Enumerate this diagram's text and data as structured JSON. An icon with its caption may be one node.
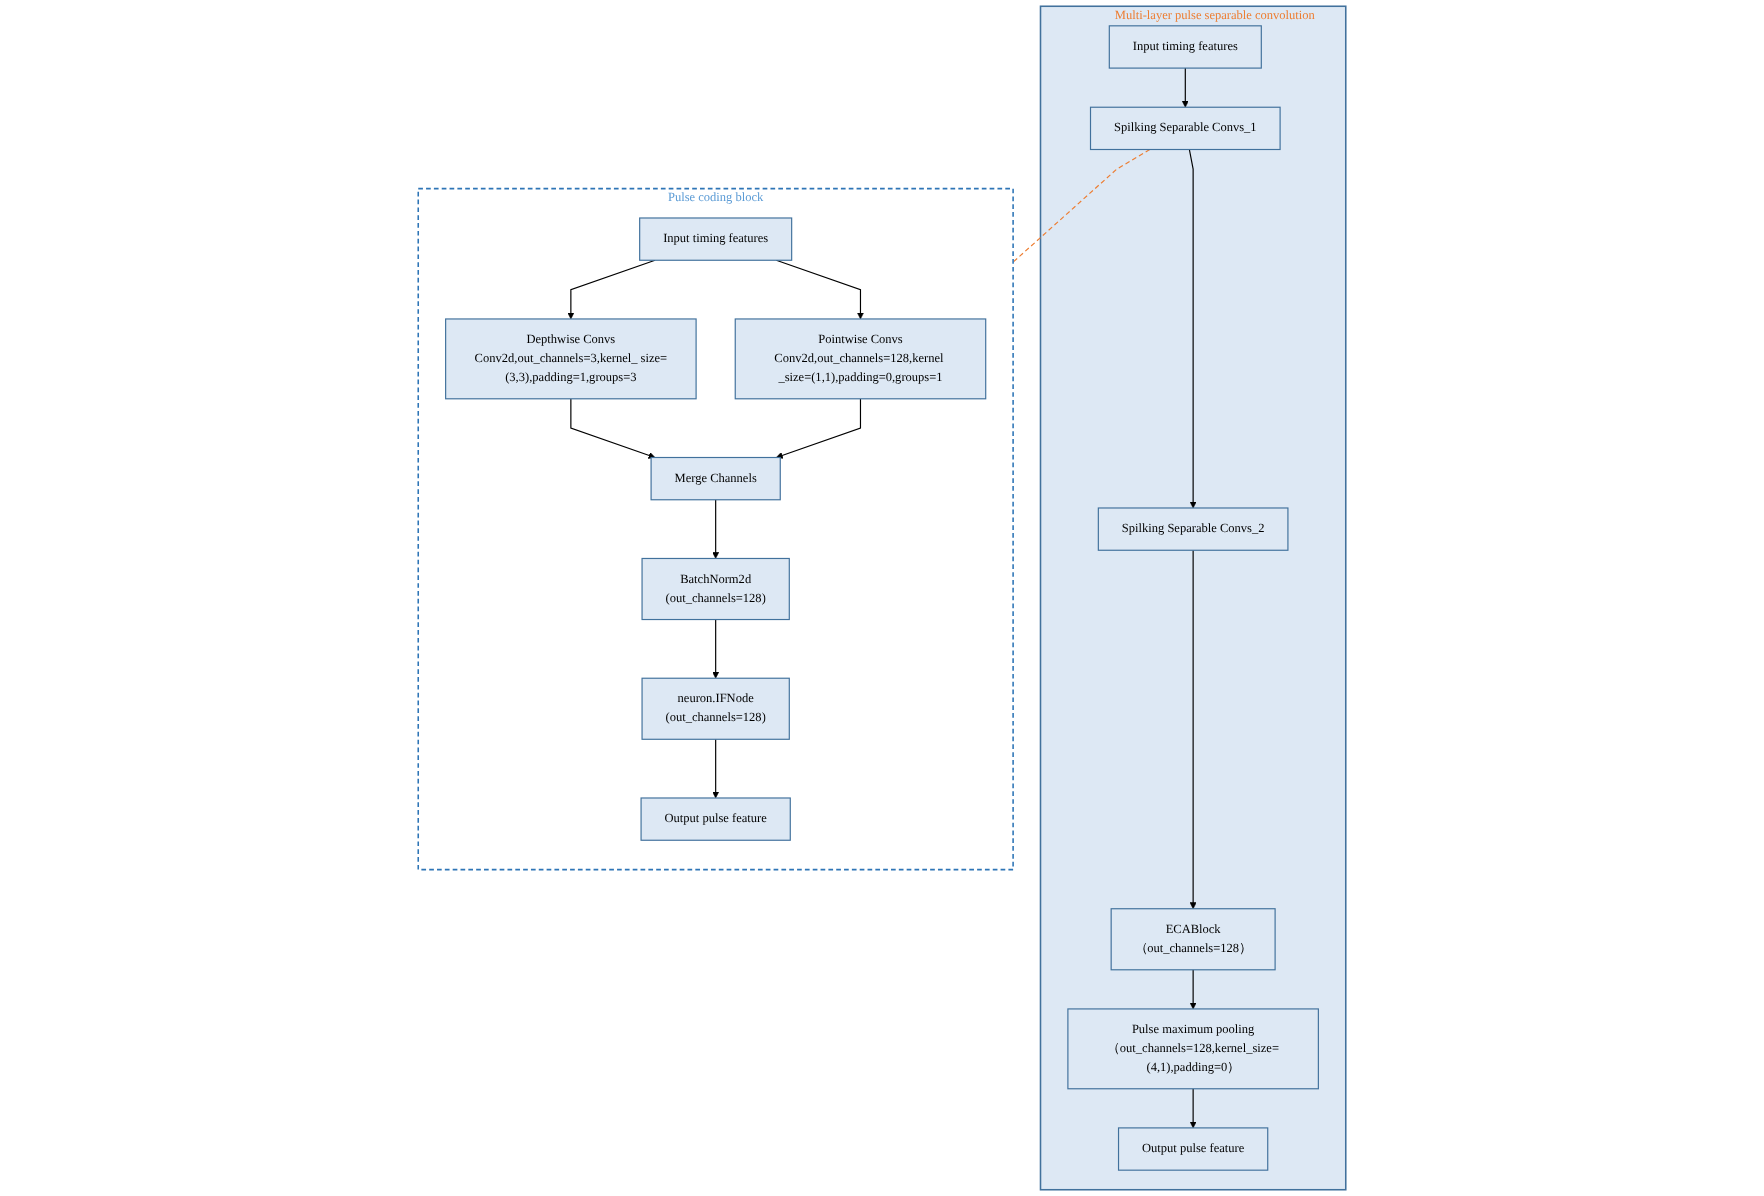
{
  "diagram": {
    "nodes": [
      {
        "text": [
          "Multi-layer pulse separable convolution"
        ]
      },
      {
        "text": [
          "Input timing features"
        ],
        "in": 0
      },
      {
        "text": [
          "Spilking Separable Convs_1"
        ],
        "in": 0
      },
      {
        "text": [
          "Spilking Separable Convs_2"
        ],
        "in": 0
      },
      {
        "text": [
          "ECABlock",
          "（out_channels=128）"
        ],
        "in": 0
      },
      {
        "text": [
          "Pulse maximum pooling",
          "（out_channels=128,kernel_size=(4,1),padding=0）"
        ],
        "in": 0
      },
      {
        "text": [
          "Output pulse feature"
        ],
        "in": 0
      },
      {
        "text": [
          "Pulse coding block"
        ]
      },
      {
        "text": [
          "Input timing features"
        ],
        "in": 7
      },
      {
        "text": [
          "Depthwise Convs",
          "Conv2d,out_channels=3,kernel_ size=(3,3),padding=1,groups=3"
        ],
        "in": 7
      },
      {
        "text": [
          "Pointwise Convs",
          "Conv2d,out_channels=128,kernel _size=(1,1),padding=0,groups=1"
        ],
        "in": 7
      },
      {
        "text": [
          "Merge Channels"
        ],
        "in": 7
      },
      {
        "text": [
          "BatchNorm2d",
          "(out_channels=128)"
        ],
        "in": 7
      },
      {
        "text": [
          "neuron.IFNode",
          "(out_channels=128)"
        ],
        "in": 7
      },
      {
        "text": [
          "Output pulse feature"
        ],
        "in": 7
      }
    ],
    "edges": [
      {
        "from": 1,
        "to": 2,
        "arrow": "to"
      },
      {
        "from": 2,
        "to": 3,
        "arrow": "to"
      },
      {
        "from": 3,
        "to": 4,
        "arrow": "to"
      },
      {
        "from": 4,
        "to": 5,
        "arrow": "to"
      },
      {
        "from": 5,
        "to": 6,
        "arrow": "to"
      },
      {
        "from": 2,
        "to": 7,
        "arrow": "none",
        "style": "dashed",
        "color": "#ed7d31"
      },
      {
        "from": 8,
        "to": 9,
        "arrow": "to"
      },
      {
        "from": 8,
        "to": 10,
        "arrow": "to"
      },
      {
        "from": 9,
        "to": 11,
        "arrow": "to"
      },
      {
        "from": 10,
        "to": 11,
        "arrow": "to"
      },
      {
        "from": 11,
        "to": 12,
        "arrow": "to"
      },
      {
        "from": 12,
        "to": 13,
        "arrow": "to"
      },
      {
        "from": 13,
        "to": 14,
        "arrow": "to"
      }
    ]
  }
}
